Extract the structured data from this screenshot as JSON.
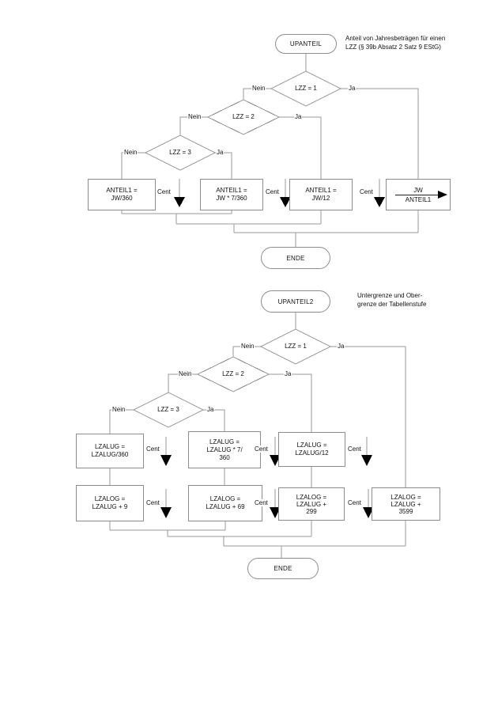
{
  "colors": {
    "line": "#9a9a9a",
    "shape_border": "#8c8c8c",
    "arrow": "#000000",
    "text": "#111111"
  },
  "icons": {
    "cent_arrow": "solid down triangle",
    "result_arrow": "solid right triangle"
  },
  "labels": {
    "nein": "Nein",
    "ja": "Ja",
    "cent": "Cent"
  },
  "chart1": {
    "start": "UPANTEIL",
    "annotation": {
      "line1": "Anteil von Jahresbeträgen für einen",
      "line2": "LZZ (§ 39b Absatz 2 Satz 9 EStG)"
    },
    "decisions": {
      "d1": "LZZ = 1",
      "d2": "LZZ = 2",
      "d3": "LZZ = 3"
    },
    "boxes": {
      "b1": {
        "line1": "ANTEIL1 =",
        "line2": "JW/360"
      },
      "b2": {
        "line1": "ANTEIL1 =",
        "line2": "JW * 7/360"
      },
      "b3": {
        "line1": "ANTEIL1 =",
        "line2": "JW/12"
      },
      "b4": {
        "numerator": "JW",
        "denominator": "ANTEIL1"
      }
    },
    "end": "ENDE"
  },
  "chart2": {
    "start": "UPANTEIL2",
    "annotation": {
      "line1": "Untergrenze und Ober-",
      "line2": "grenze der Tabellenstufe"
    },
    "decisions": {
      "d1": "LZZ = 1",
      "d2": "LZZ = 2",
      "d3": "LZZ = 3"
    },
    "row1": {
      "b1": {
        "line1": "LZALUG =",
        "line2": "LZALUG/360"
      },
      "b2": {
        "line1": "LZALUG =",
        "line2": "LZALUG * 7/",
        "line3": "360"
      },
      "b3": {
        "line1": "LZALUG =",
        "line2": "LZALUG/12"
      }
    },
    "row2": {
      "b1": {
        "line1": "LZALOG =",
        "line2": "LZALUG + 9"
      },
      "b2": {
        "line1": "LZALOG =",
        "line2": "LZALUG + 69"
      },
      "b3": {
        "line1": "LZALOG =",
        "line2": "LZALUG +",
        "line3": "299"
      },
      "b4": {
        "line1": "LZALOG =",
        "line2": "LZALUG +",
        "line3": "3599"
      }
    },
    "end": "ENDE"
  }
}
